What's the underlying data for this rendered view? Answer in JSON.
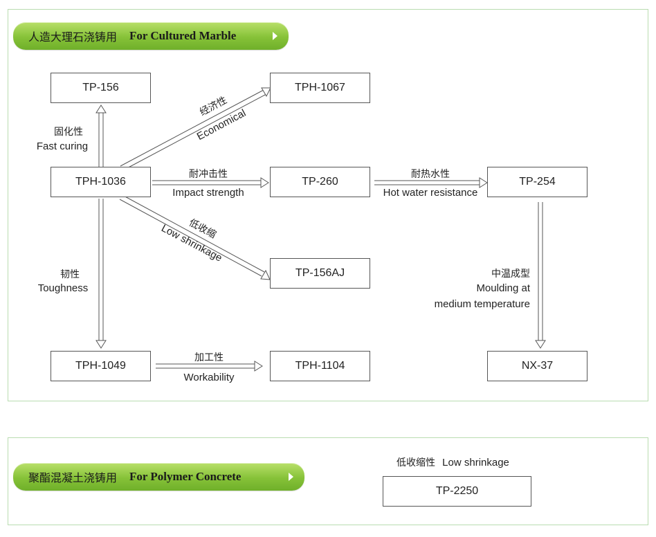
{
  "sections": {
    "cultured_marble": {
      "title_cn": "人造大理石浇铸用",
      "title_en": "For Cultured Marble"
    },
    "polymer_concrete": {
      "title_cn": "聚酯混凝土浇铸用",
      "title_en": "For Polymer Concrete"
    }
  },
  "nodes": {
    "tp156": "TP-156",
    "tph1067": "TPH-1067",
    "tph1036": "TPH-1036",
    "tp260": "TP-260",
    "tp254": "TP-254",
    "tp156aj": "TP-156AJ",
    "tph1049": "TPH-1049",
    "tph1104": "TPH-1104",
    "nx37": "NX-37",
    "tp2250": "TP-2250"
  },
  "edges": {
    "fast_curing": {
      "cn": "固化性",
      "en": "Fast curing"
    },
    "economical": {
      "cn": "经济性",
      "en": "Economical"
    },
    "impact": {
      "cn": "耐冲击性",
      "en": "Impact strength"
    },
    "hot_water": {
      "cn": "耐热水性",
      "en": "Hot water resistance"
    },
    "low_shrinkage": {
      "cn": "低收缩",
      "en": "Low shrinkage"
    },
    "toughness": {
      "cn": "韧性",
      "en": "Toughness"
    },
    "workability": {
      "cn": "加工性",
      "en": "Workability"
    },
    "moulding": {
      "cn": "中温成型",
      "en_line1": "Moulding at",
      "en_line2": "medium temperature"
    }
  },
  "polymer_concrete_label": {
    "cn": "低收缩性",
    "en": "Low shrinkage"
  },
  "colors": {
    "pill_green": "#86c238",
    "panel_border": "#b9dcb0",
    "box_border": "#555555"
  }
}
